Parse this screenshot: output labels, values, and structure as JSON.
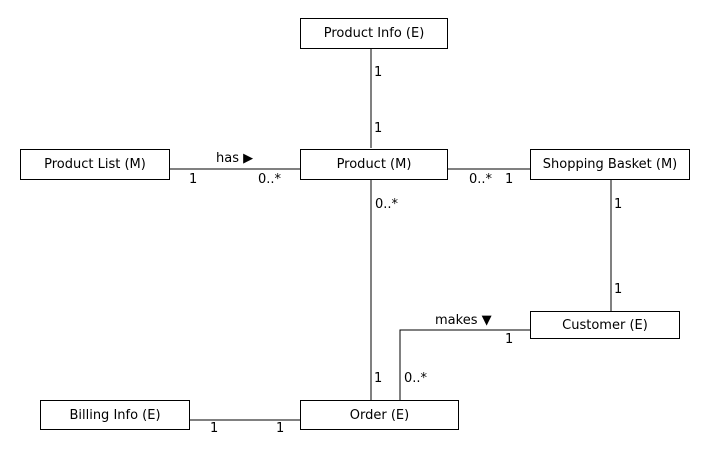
{
  "entities": {
    "product_info": "Product Info (E)",
    "product_list": "Product List (M)",
    "product": "Product (M)",
    "shopping_basket": "Shopping Basket (M)",
    "customer": "Customer (E)",
    "billing_info": "Billing Info (E)",
    "order": "Order (E)"
  },
  "relations": {
    "list_product": {
      "label": "has ▶",
      "left_mult": "1",
      "right_mult": "0..*"
    },
    "info_product": {
      "top_mult": "1",
      "bottom_mult": "1"
    },
    "product_basket": {
      "left_mult": "0..*",
      "right_mult": "1"
    },
    "basket_customer": {
      "top_mult": "1",
      "bottom_mult": "1"
    },
    "product_order": {
      "top_mult": "0..*",
      "bottom_mult": "1"
    },
    "customer_order": {
      "label": "makes ▼",
      "customer_mult": "1",
      "order_mult": "0..*"
    },
    "billing_order": {
      "left_mult": "1",
      "right_mult": "1"
    }
  }
}
